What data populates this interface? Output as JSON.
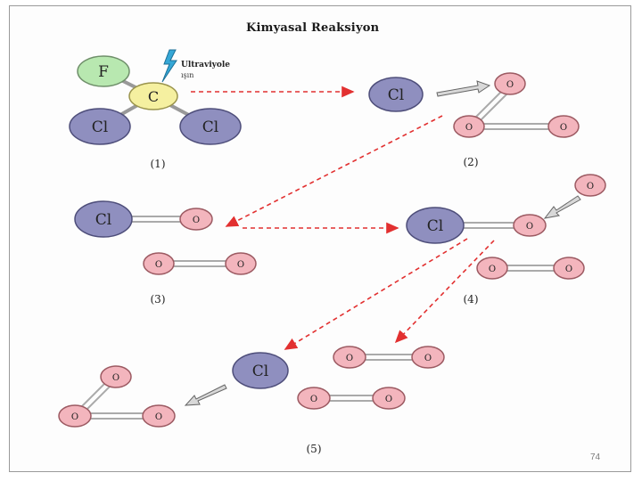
{
  "title": "Kimyasal Reaksiyon",
  "page_number": "74",
  "uv_label_line1": "Ultraviyole",
  "uv_label_line2": "ışın",
  "step_labels": [
    "(1)",
    "(2)",
    "(3)",
    "(4)",
    "(5)"
  ],
  "atom_labels": {
    "fluorine": "F",
    "carbon": "C",
    "chlorine": "Cl",
    "oxygen": "O"
  },
  "colors": {
    "chlorine": "#8f8fbf",
    "oxygen": "#f3b5bd",
    "fluorine": "#b8e8b0",
    "carbon": "#f5f0a0",
    "arrow_dashed": "#e23030",
    "lightning": "#35a7d6"
  }
}
